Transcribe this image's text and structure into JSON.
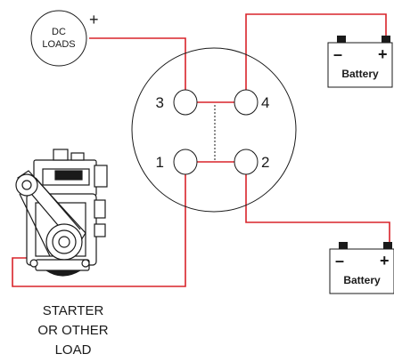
{
  "dc_loads": {
    "line1": "DC",
    "line2": "LOADS",
    "polarity": "+"
  },
  "switch": {
    "terminals": [
      "3",
      "4",
      "1",
      "2"
    ]
  },
  "batteries": [
    {
      "label": "Battery",
      "neg": "–",
      "pos": "+"
    },
    {
      "label": "Battery",
      "neg": "–",
      "pos": "+"
    }
  ],
  "starter": {
    "lines": [
      "STARTER",
      "OR OTHER",
      "LOAD"
    ]
  },
  "colors": {
    "wire": "#d8232a",
    "ink": "#1a1a1a"
  }
}
